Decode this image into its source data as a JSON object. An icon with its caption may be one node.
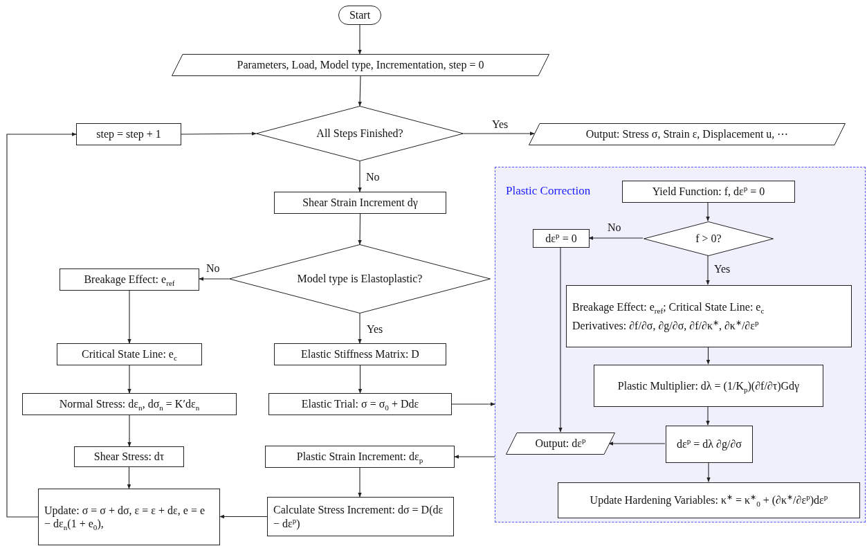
{
  "diagram": {
    "nodes": [
      {
        "text": [
          "Start"
        ]
      },
      {
        "text": [
          "Parameters, Load, Model type, Incrementation, step = 0"
        ]
      },
      {
        "text": [
          "All Steps Finished?"
        ]
      },
      {
        "text": [
          "step = step + 1"
        ]
      },
      {
        "text": [
          "Output: Stress σ, Strain ε, Displacement u, ⋯"
        ]
      },
      {
        "text": [
          "Shear Strain Increment dγ"
        ]
      },
      {
        "text": [
          "Model type is Elastoplastic?"
        ]
      },
      {
        "text": [
          "Breakage Effect: e$_{ref}$"
        ]
      },
      {
        "text": [
          "Elastic Stiffness Matrix: D"
        ]
      },
      {
        "text": [
          "Critical State Line: e$_{c}$"
        ]
      },
      {
        "text": [
          "Elastic Trial: σ = σ$_{0}$ + Ddε"
        ]
      },
      {
        "text": [
          "Normal Stress: dε$_{n}$, dσ$_{n}$ = K′dε$_{n}$"
        ]
      },
      {
        "text": [
          "Shear Stress: dτ"
        ]
      },
      {
        "text": [
          "Plastic Strain Increment: dε$_{p}$"
        ]
      },
      {
        "text": [
          "Update: σ = σ + dσ, ε = ε + dε, e = e − dε$_{n}$(1 + e$_{0}$),"
        ]
      },
      {
        "text": [
          "Calculate Stress Increment: dσ = D(dε − dε$^{p}$)"
        ]
      },
      {
        "text": [
          "Plastic Correction"
        ]
      },
      {
        "text": [
          "Yield Function: f, dε$^{p}$ = 0"
        ],
        "in": 16
      },
      {
        "text": [
          "f > 0?"
        ],
        "in": 16
      },
      {
        "text": [
          "dε$^{p}$ = 0"
        ],
        "in": 16
      },
      {
        "text": [
          "Breakage Effect: e$_{ref}$; Critical State Line: e$_{c}$",
          "Derivatives: ∂f/∂σ, ∂g/∂σ, ∂f/∂κ$^{∗}$, ∂κ$^{∗}$/∂ε$^{p}$"
        ],
        "in": 16
      },
      {
        "text": [
          "Plastic Multiplier: dλ = (1/K$_{p}$)(∂f/∂τ)Gdγ"
        ],
        "in": 16
      },
      {
        "text": [
          "Output: dε$^{p}$"
        ],
        "in": 16
      },
      {
        "text": [
          "dε$^{p}$ = dλ ∂g/∂σ"
        ],
        "in": 16
      },
      {
        "text": [
          "Update Hardening Variables: κ$^{∗}$ = κ$^{∗}$$_{0}$ + (∂κ$^{∗}$/∂ε$^{p}$)dε$^{p}$"
        ],
        "in": 16
      }
    ],
    "edges": [
      {
        "from": 0,
        "to": 1,
        "arrow": "to"
      },
      {
        "from": 1,
        "to": 2,
        "arrow": "to"
      },
      {
        "from": 2,
        "to": 4,
        "arrow": "to",
        "label": "Yes"
      },
      {
        "from": 2,
        "to": 5,
        "arrow": "to",
        "label": "No"
      },
      {
        "from": 3,
        "to": 2,
        "arrow": "to"
      },
      {
        "from": 5,
        "to": 6,
        "arrow": "to"
      },
      {
        "from": 6,
        "to": 7,
        "arrow": "to",
        "label": "No"
      },
      {
        "from": 6,
        "to": 8,
        "arrow": "to",
        "label": "Yes"
      },
      {
        "from": 7,
        "to": 9,
        "arrow": "to"
      },
      {
        "from": 9,
        "to": 11,
        "arrow": "to"
      },
      {
        "from": 11,
        "to": 12,
        "arrow": "to"
      },
      {
        "from": 12,
        "to": 14,
        "arrow": "to"
      },
      {
        "from": 8,
        "to": 10,
        "arrow": "to"
      },
      {
        "from": 10,
        "to": 16,
        "arrow": "to"
      },
      {
        "from": 16,
        "to": 13,
        "arrow": "to"
      },
      {
        "from": 13,
        "to": 15,
        "arrow": "to"
      },
      {
        "from": 15,
        "to": 14,
        "arrow": "to"
      },
      {
        "from": 14,
        "to": 3,
        "arrow": "to"
      },
      {
        "from": 17,
        "to": 18,
        "arrow": "to"
      },
      {
        "from": 18,
        "to": 19,
        "arrow": "to",
        "label": "No"
      },
      {
        "from": 18,
        "to": 20,
        "arrow": "to",
        "label": "Yes"
      },
      {
        "from": 20,
        "to": 21,
        "arrow": "to"
      },
      {
        "from": 21,
        "to": 23,
        "arrow": "to"
      },
      {
        "from": 23,
        "to": 22,
        "arrow": "to"
      },
      {
        "from": 19,
        "to": 22,
        "arrow": "to"
      },
      {
        "from": 23,
        "to": 24,
        "arrow": "to"
      }
    ]
  }
}
